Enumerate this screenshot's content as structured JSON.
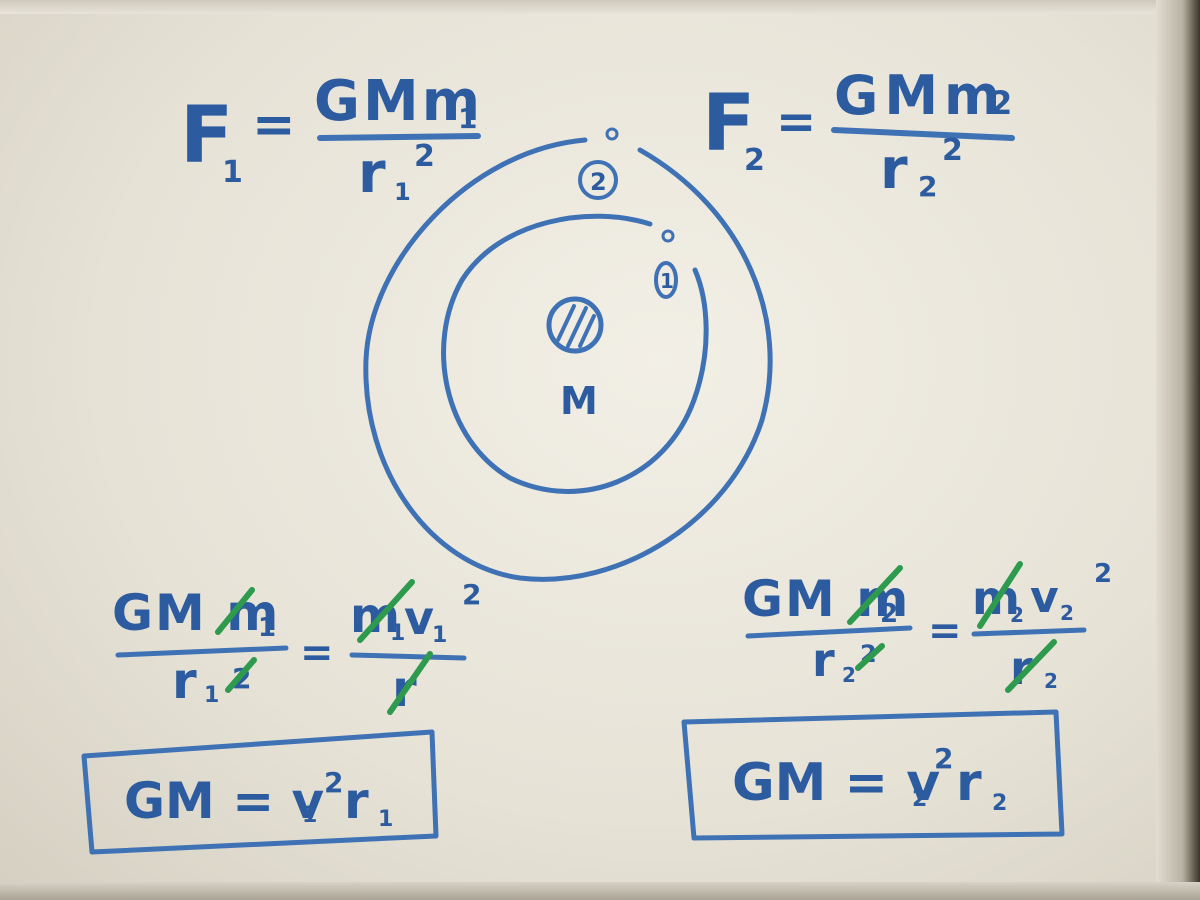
{
  "top_left_equation": {
    "lhs": "F",
    "lhs_sub": "1",
    "equals": "=",
    "numerator": "GMm",
    "numerator_sub": "1",
    "denominator": "r",
    "denominator_sub": "1",
    "denominator_sup": "2"
  },
  "top_right_equation": {
    "lhs": "F",
    "lhs_sub": "2",
    "equals": "=",
    "numerator": "GMm",
    "numerator_sub": "2",
    "denominator": "r",
    "denominator_sub": "2",
    "denominator_sup": "2"
  },
  "diagram": {
    "central_mass_label": "M",
    "inner_satellite_label": "1",
    "outer_satellite_label": "2"
  },
  "bottom_left_equation": {
    "lhs_numerator": "GM m",
    "lhs_numerator_sub": "1",
    "lhs_denominator": "r",
    "lhs_denominator_sub": "1",
    "lhs_denominator_sup": "2",
    "equals": "=",
    "rhs_numerator_m": "m",
    "rhs_numerator_m_sub": "1",
    "rhs_numerator_v": "v",
    "rhs_numerator_v_sub": "1",
    "rhs_numerator_sup": "2",
    "rhs_denominator": "r"
  },
  "bottom_right_equation": {
    "lhs_numerator": "GM m",
    "lhs_numerator_sub": "2",
    "lhs_denominator": "r",
    "lhs_denominator_sub": "2",
    "lhs_denominator_sup": "2",
    "equals": "=",
    "rhs_numerator_m": "m",
    "rhs_numerator_m_sub": "2",
    "rhs_numerator_v": "v",
    "rhs_numerator_v_sub": "2",
    "rhs_numerator_sup": "2",
    "rhs_denominator": "r",
    "rhs_denominator_sub": "2"
  },
  "result_left": {
    "main": "GM = v",
    "sub1": "1",
    "sup": "2",
    "tail": "r",
    "sub2": "1"
  },
  "result_right": {
    "main": "GM = v",
    "sub1": "2",
    "sup": "2",
    "tail": "r",
    "sub2": "2"
  },
  "colors": {
    "marker_blue": "#2c5c9f",
    "marker_green": "#2e9a4e",
    "board": "#ece9df"
  }
}
